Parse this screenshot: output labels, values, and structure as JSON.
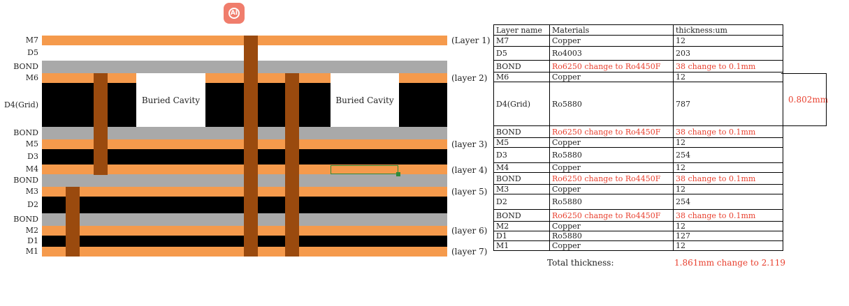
{
  "ai_badge": "AI",
  "diagram": {
    "rows": [
      {
        "label": "M7",
        "fill": "#f59a4c"
      },
      {
        "label": "D5",
        "fill": "#ffffff"
      },
      {
        "label": "BOND",
        "fill": "#a9a9a9"
      },
      {
        "label": "M6",
        "fill": "#f59a4c"
      },
      {
        "label": "D4(Grid)",
        "fill": "#000000"
      },
      {
        "label": "BOND",
        "fill": "#a9a9a9"
      },
      {
        "label": "M5",
        "fill": "#f59a4c"
      },
      {
        "label": "D3",
        "fill": "#000000"
      },
      {
        "label": "M4",
        "fill": "#f59a4c"
      },
      {
        "label": "BOND",
        "fill": "#a9a9a9"
      },
      {
        "label": "M3",
        "fill": "#f59a4c"
      },
      {
        "label": "D2",
        "fill": "#000000"
      },
      {
        "label": "BOND",
        "fill": "#a9a9a9"
      },
      {
        "label": "M2",
        "fill": "#f59a4c"
      },
      {
        "label": "D1",
        "fill": "#000000"
      },
      {
        "label": "M1",
        "fill": "#f59a4c"
      }
    ],
    "layer_tags": [
      "(Layer 1)",
      "(layer 2)",
      "(layer 3)",
      "(layer 4)",
      "(layer 5)",
      "(layer 6)",
      "(layer 7)"
    ],
    "cavity_label": "Buried Cavity",
    "colors": {
      "copper": "#f59a4c",
      "bond": "#a9a9a9",
      "dielectric": "#000000",
      "via": "#9a4a0e",
      "highlight": "#2e8b3a"
    }
  },
  "table": {
    "headers": [
      "Layer name",
      "Materials",
      "thickness:um"
    ],
    "rows": [
      {
        "name": "M7",
        "material": "Copper",
        "thickness": "12",
        "red": false
      },
      {
        "name": "D5",
        "material": "Ro4003",
        "thickness": "203",
        "red": false
      },
      {
        "name": "BOND",
        "material": "Ro6250 change to Ro4450F",
        "thickness": "38 change to 0.1mm",
        "red": true
      },
      {
        "name": "M6",
        "material": "Copper",
        "thickness": "12",
        "red": false
      },
      {
        "name": "D4(Grid)",
        "material": "Ro5880",
        "thickness": "787",
        "red": false
      },
      {
        "name": "BOND",
        "material": "Ro6250 change to Ro4450F",
        "thickness": "38 change to 0.1mm",
        "red": true
      },
      {
        "name": "M5",
        "material": "Copper",
        "thickness": "12",
        "red": false
      },
      {
        "name": "D3",
        "material": "Ro5880",
        "thickness": "254",
        "red": false
      },
      {
        "name": "M4",
        "material": "Copper",
        "thickness": "12",
        "red": false
      },
      {
        "name": "BOND",
        "material": "Ro6250 change to Ro4450F",
        "thickness": "38 change to 0.1mm",
        "red": true
      },
      {
        "name": "M3",
        "material": "Copper",
        "thickness": "12",
        "red": false
      },
      {
        "name": "D2",
        "material": "Ro5880",
        "thickness": "254",
        "red": false
      },
      {
        "name": "BOND",
        "material": "Ro6250 change to Ro4450F",
        "thickness": "38 change to 0.1mm",
        "red": true
      },
      {
        "name": "M2",
        "material": "Copper",
        "thickness": "12",
        "red": false
      },
      {
        "name": "D1",
        "material": "Ro5880",
        "thickness": "127",
        "red": false
      },
      {
        "name": "M1",
        "material": "Copper",
        "thickness": "12",
        "red": false
      }
    ],
    "side_note": "0.802mm",
    "total_label": "Total thickness:",
    "total_value": "1.861mm change to 2.119"
  }
}
